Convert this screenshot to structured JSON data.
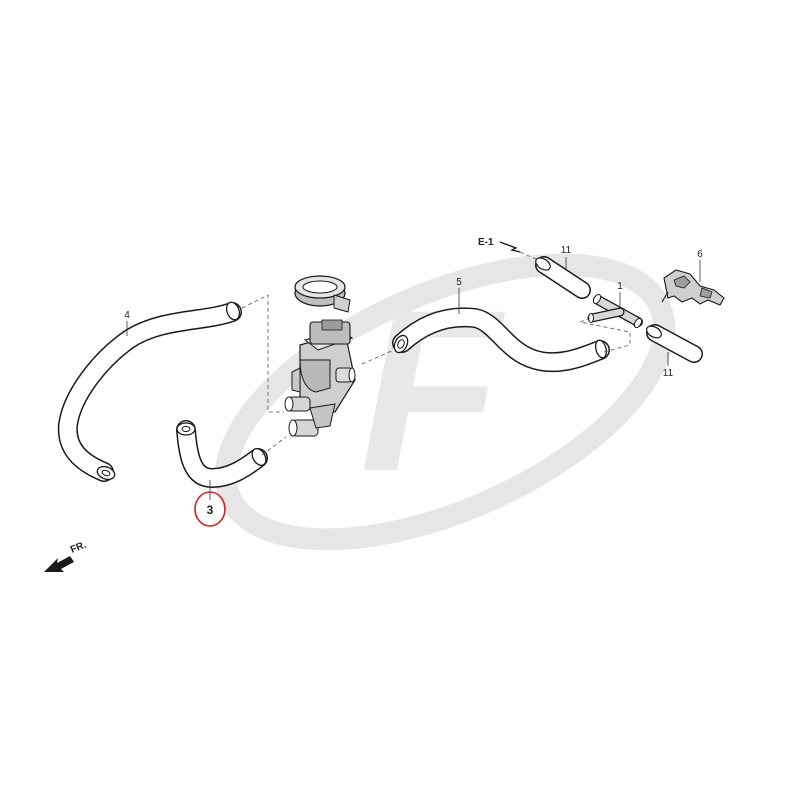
{
  "diagram": {
    "labels": {
      "hose_upper_left": "4",
      "hose_lower_left": "3",
      "hose_center": "5",
      "tube_top": "11",
      "tube_bottom": "11",
      "joint": "1",
      "clip": "6",
      "ref_e1": "E-1",
      "front_arrow": "FR."
    },
    "watermark_letter": "F",
    "highlight_color": "#d42020",
    "watermark_color": "#e6e6e6"
  }
}
